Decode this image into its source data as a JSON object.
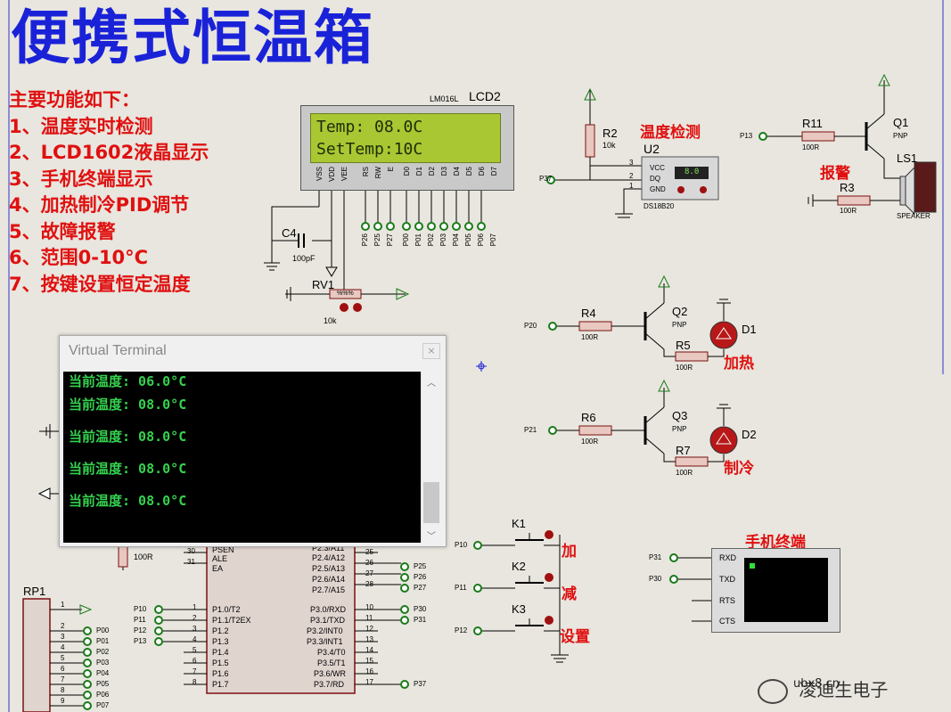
{
  "title": "便携式恒温箱",
  "features": {
    "heading": "主要功能如下：",
    "items": [
      "1、温度实时检测",
      "2、LCD1602液晶显示",
      "3、手机终端显示",
      "4、加热制冷PID调节",
      "5、故障报警",
      "6、范围0-10°C",
      "7、按键设置恒定温度"
    ]
  },
  "lcd": {
    "model": "LM016L",
    "ref": "LCD2",
    "line1": "Temp: 08.0C",
    "line2": "SetTemp:10C",
    "pins": [
      "VSS",
      "VDD",
      "VEE",
      "RS",
      "RW",
      "E",
      "D0",
      "D1",
      "D2",
      "D3",
      "D4",
      "D5",
      "D6",
      "D7"
    ],
    "bottom_nets": [
      "P26",
      "P25",
      "P27",
      "P00",
      "P01",
      "P02",
      "P03",
      "P04",
      "P05",
      "P06",
      "P07"
    ]
  },
  "temp_sensor": {
    "heading": "温度检测",
    "ref": "U2",
    "model": "DS18B20",
    "reading": "8.0",
    "pins": [
      "VCC",
      "DQ",
      "GND"
    ],
    "pin_nums": [
      "3",
      "2",
      "1"
    ],
    "r_ref": "R2",
    "r_val": "10k",
    "net": "P37"
  },
  "alarm": {
    "heading": "报警",
    "q": "Q1",
    "q_type": "PNP",
    "r11": "R11",
    "r11_val": "100R",
    "r3": "R3",
    "r3_val": "100R",
    "ls": "LS1",
    "ls_model": "SPEAKER",
    "net": "P13"
  },
  "heat": {
    "label": "加热",
    "q": "Q2",
    "q_type": "PNP",
    "r4": "R4",
    "r4_val": "100R",
    "r5": "R5",
    "r5_val": "100R",
    "d": "D1",
    "net": "P20"
  },
  "cool": {
    "label": "制冷",
    "q": "Q3",
    "q_type": "PNP",
    "r6": "R6",
    "r6_val": "100R",
    "r7": "R7",
    "r7_val": "100R",
    "d": "D2",
    "net": "P21"
  },
  "cap": {
    "ref": "C4",
    "val": "100pF"
  },
  "pot": {
    "ref": "RV1",
    "val": "10k",
    "pct": "%%%"
  },
  "terminal": {
    "title": "Virtual Terminal",
    "close": "×",
    "lines": [
      "当前温度:   06.0°C",
      "当前温度:   08.0°C",
      "当前温度:   08.0°C",
      "当前温度:   08.0°C",
      "当前温度:   08.0°C"
    ]
  },
  "keys": {
    "k1": "K1",
    "k1_label": "加",
    "k1_net": "P10",
    "k2": "K2",
    "k2_label": "减",
    "k2_net": "P11",
    "k3": "K3",
    "k3_label": "设置",
    "k3_net": "P12"
  },
  "phone": {
    "heading": "手机终端",
    "pins": [
      "RXD",
      "TXD",
      "RTS",
      "CTS"
    ],
    "nets": [
      "P31",
      "P30"
    ]
  },
  "mcu": {
    "left_top": [
      "PSEN",
      "ALE",
      "EA"
    ],
    "left_top_nums": [
      "30",
      "31"
    ],
    "r_val": "100R",
    "left": [
      "P1.0/T2",
      "P1.1/T2EX",
      "P1.2",
      "P1.3",
      "P1.4",
      "P1.5",
      "P1.6",
      "P1.7"
    ],
    "left_nums": [
      "1",
      "2",
      "3",
      "4",
      "5",
      "6",
      "7",
      "8"
    ],
    "left_nets": [
      "P10",
      "P11",
      "P12",
      "P13"
    ],
    "right_top": [
      "P2.3/A11",
      "P2.4/A12",
      "P2.5/A13",
      "P2.6/A14",
      "P2.7/A15"
    ],
    "right_top_nums": [
      "25",
      "26",
      "27",
      "28"
    ],
    "right_top_nets": [
      "P25",
      "P26",
      "P27"
    ],
    "right": [
      "P3.0/RXD",
      "P3.1/TXD",
      "P3.2/INT0",
      "P3.3/INT1",
      "P3.4/T0",
      "P3.5/T1",
      "P3.6/WR",
      "P3.7/RD"
    ],
    "right_nums": [
      "10",
      "11",
      "12",
      "13",
      "14",
      "15",
      "16",
      "17"
    ],
    "right_nets": [
      "P30",
      "P31",
      "P37"
    ]
  },
  "rp": {
    "ref": "RP1",
    "nums": [
      "1",
      "2",
      "3",
      "4",
      "5",
      "6",
      "7",
      "8",
      "9"
    ],
    "nets": [
      "P00",
      "P01",
      "P02",
      "P03",
      "P04",
      "P05",
      "P06",
      "P07"
    ]
  },
  "watermark": {
    "text": "凌迪生电子",
    "site": "ubx8.cn"
  }
}
